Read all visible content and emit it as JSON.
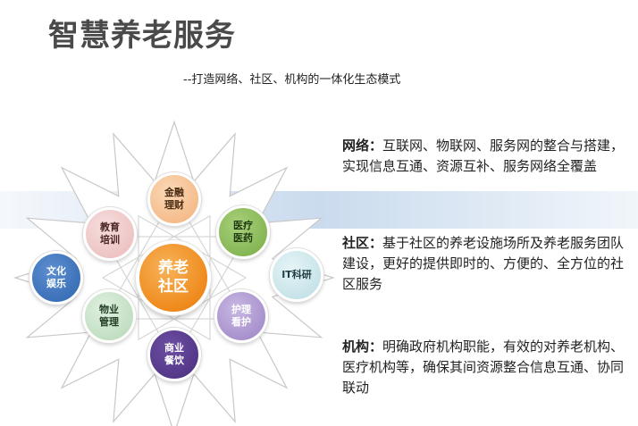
{
  "header": {
    "title": "智慧养老服务",
    "subtitle": "--打造网络、社区、机构的一体化生态模式"
  },
  "diagram": {
    "center": {
      "line1": "养老",
      "line2": "社区"
    },
    "nodes": {
      "finance": {
        "line1": "金融",
        "line2": "理财"
      },
      "medical": {
        "line1": "医疗",
        "line2": "医药"
      },
      "it": {
        "line1": "IT科研",
        "line2": ""
      },
      "nursing": {
        "line1": "护理",
        "line2": "看护"
      },
      "catering": {
        "line1": "商业",
        "line2": "餐饮"
      },
      "property": {
        "line1": "物业",
        "line2": "管理"
      },
      "culture": {
        "line1": "文化",
        "line2": "娱乐"
      },
      "education": {
        "line1": "教育",
        "line2": "培训"
      }
    }
  },
  "content": {
    "network": {
      "label": "网络",
      "sep": "：",
      "text": "互联网、物联网、服务网的整合与搭建，实现信息互通、资源互补、服务网络全覆盖"
    },
    "community": {
      "label": "社区",
      "sep": "：",
      "text": "基于社区的养老设施场所及养老服务团队建设，更好的提供即时的、方便的、全方位的社区服务"
    },
    "institution": {
      "label": "机构",
      "sep": "：",
      "text": "明确政府机构职能，有效的对养老机构、医疗机构等，确保其间资源整合信息互通、协同联动"
    }
  },
  "colors": {
    "title": "#4a4a4a",
    "center": "#ef8a1c",
    "band": "#c4d7ec"
  }
}
